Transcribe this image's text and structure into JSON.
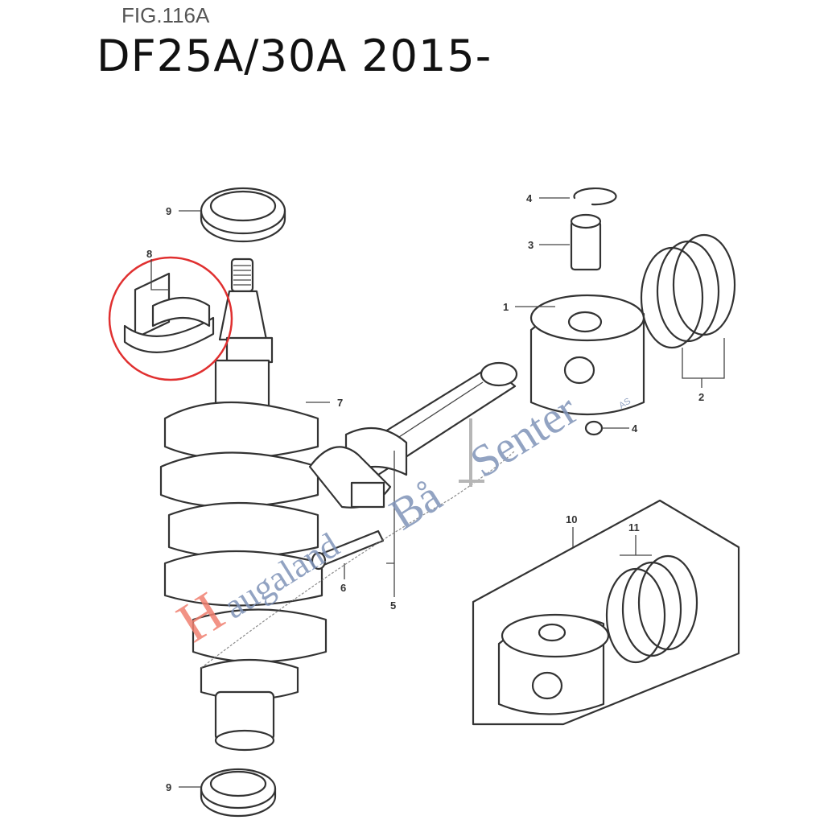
{
  "header": {
    "figure": "FIG.116A",
    "model": "DF25A/30A 2015-"
  },
  "callouts": {
    "piston": "1",
    "piston_rings": "2",
    "piston_pin": "3",
    "circlip_top": "4",
    "circlip_bottom": "4",
    "connecting_rod": "5",
    "rod_bolt": "6",
    "crankshaft": "7",
    "bearing": "8",
    "oil_seal_top": "9",
    "oil_seal_bottom": "9",
    "piston_oversize": "10",
    "piston_rings_oversize": "11"
  },
  "watermark": {
    "text_h": "H",
    "text_1": "augaland",
    "text_2": "Bå",
    "text_3": "Senter",
    "text_as": "AS"
  },
  "colors": {
    "highlight_circle": "#e03030",
    "watermark_red": "#f08070",
    "watermark_blue": "#7f93b8"
  }
}
